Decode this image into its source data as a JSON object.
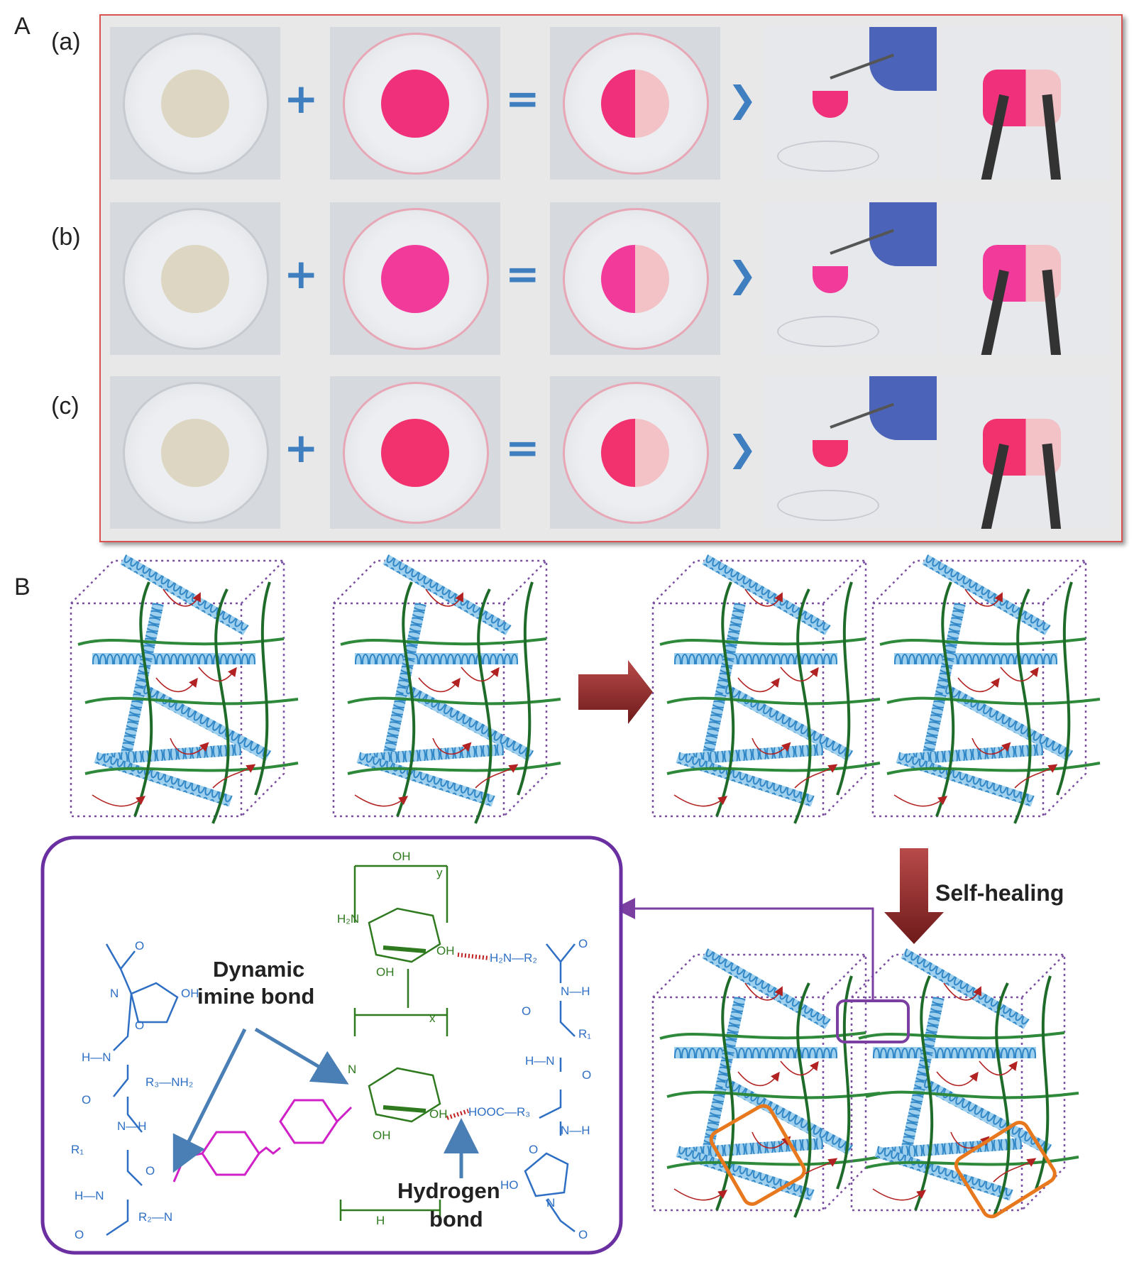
{
  "panels": {
    "A": "A",
    "B": "B"
  },
  "rows": [
    {
      "label": "(a)",
      "gel_color": "#f0307a"
    },
    {
      "label": "(b)",
      "gel_color": "#f23a9a"
    },
    {
      "label": "(c)",
      "gel_color": "#f2326e"
    }
  ],
  "operators": {
    "plus": "+",
    "equals": "=",
    "chevron": "❯"
  },
  "annotations": {
    "self_healing": "Self-healing",
    "dynamic_line1": "Dynamic",
    "dynamic_line2": "imine bond",
    "hydrogen_line1": "Hydrogen",
    "hydrogen_line2": "bond"
  },
  "chemistry": {
    "oh_top": "OH",
    "y_sub": "y",
    "x_sub": "x",
    "h2n_sugar": "H₂N",
    "oh_sugar1": "OH",
    "oh_hbond": "OH",
    "h2n_r2": "H₂N—R₂",
    "o_right1": "O",
    "nh_right1": "N—H",
    "o_right2": "O",
    "r1_right": "R₁",
    "hn_right": "H—N",
    "o_right3": "O",
    "n_imine_sugar": "N",
    "oh_low": "OH",
    "hooc_r3": "HOOC—R₃",
    "nh_right2": "N—H",
    "o_right4": "O",
    "ho_right": "HO",
    "n_ring_right": "N",
    "o_right5": "O",
    "oh_sugar_bottom": "OH",
    "h_bottom": "H",
    "o_left_top": "O",
    "n_ring_left": "N",
    "oh_ring_left": "OH",
    "o_left2": "O",
    "hn_left1": "H—N",
    "r3_nh2": "R₃—NH₂",
    "o_left3": "O",
    "nh_left": "N—H",
    "r1_left": "R₁",
    "o_left4": "O",
    "hn_left2": "H—N",
    "r2_n": "R₂—N",
    "o_left5": "O"
  },
  "colors": {
    "panel_a_border": "#d9534f",
    "operator_blue": "#3f7fc0",
    "helix_blue": "#3aa0d8",
    "chain_green": "#2e8a3a",
    "hbond_red": "#b22222",
    "box_purple": "#7a3fa0",
    "highlight_orange": "#e8781e",
    "arrow_maroon": "#8b2323",
    "linker_magenta": "#d020c8"
  }
}
